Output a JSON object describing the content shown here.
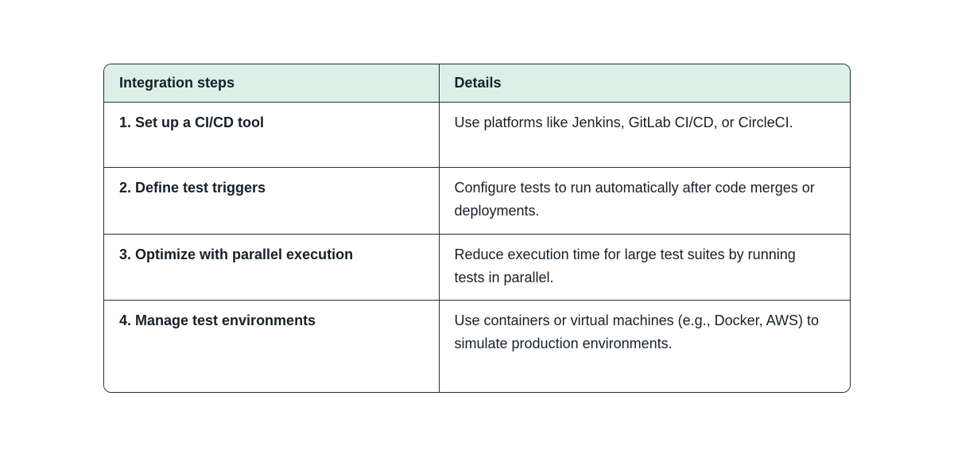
{
  "table": {
    "columns": [
      {
        "label": "Integration steps"
      },
      {
        "label": "Details"
      }
    ],
    "rows": [
      {
        "step": "1. Set up a CI/CD tool",
        "detail": "Use platforms like Jenkins, GitLab CI/CD, or CircleCI."
      },
      {
        "step": "2. Define test triggers",
        "detail": "Configure tests to run automatically after code merges or deployments."
      },
      {
        "step": "3. Optimize with parallel execution",
        "detail": "Reduce execution time for large test suites by running tests in parallel."
      },
      {
        "step": "4. Manage test environments",
        "detail": "Use containers or virtual machines (e.g., Docker, AWS) to simulate production environments."
      }
    ],
    "colors": {
      "header_bg": "#ddefe7",
      "border": "#2a2f33",
      "text": "#17202a",
      "page_bg": "#ffffff"
    }
  }
}
